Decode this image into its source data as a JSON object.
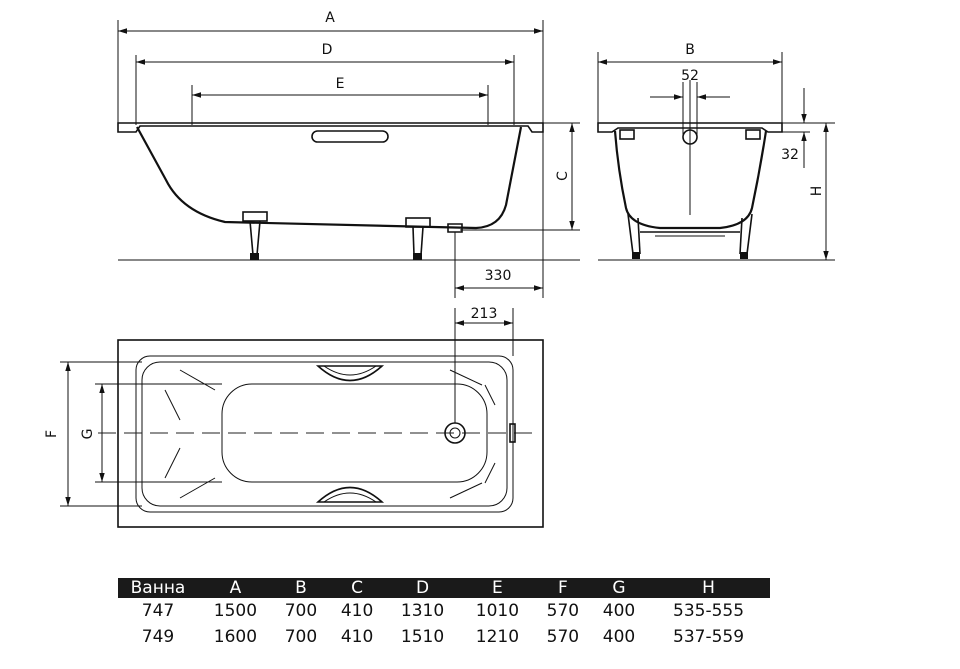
{
  "labels": {
    "A": "A",
    "B": "B",
    "C": "C",
    "D": "D",
    "E": "E",
    "F": "F",
    "G": "G",
    "H": "H",
    "dim_52": "52",
    "dim_32": "32",
    "dim_330": "330",
    "dim_213": "213"
  },
  "table": {
    "headers": [
      "Ванна",
      "A",
      "B",
      "C",
      "D",
      "E",
      "F",
      "G",
      "H"
    ],
    "rows": [
      [
        "747",
        "1500",
        "700",
        "410",
        "1310",
        "1010",
        "570",
        "400",
        "535-555"
      ],
      [
        "749",
        "1600",
        "700",
        "410",
        "1510",
        "1210",
        "570",
        "400",
        "537-559"
      ]
    ]
  }
}
